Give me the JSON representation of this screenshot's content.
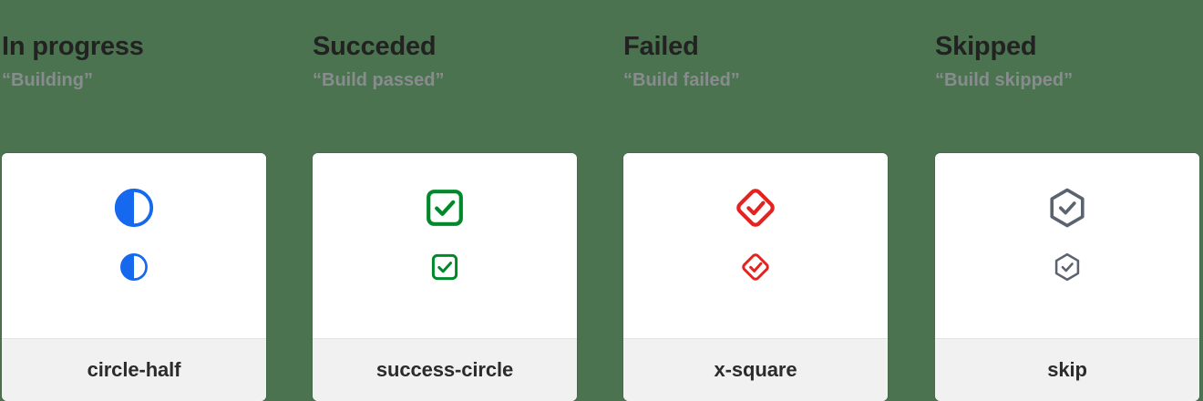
{
  "page": {
    "background_color": "#4c7350",
    "card_background": "#ffffff",
    "card_footer_background": "#f1f1f1",
    "title_color": "#222222",
    "subtitle_color": "#888c8e"
  },
  "columns": [
    {
      "title": "In progress",
      "subtitle": "“Building”",
      "icon_name": "circle-half",
      "icon_color": "#1668ef",
      "label": "circle-half"
    },
    {
      "title": "Succeded",
      "subtitle": "“Build passed”",
      "icon_name": "success-circle",
      "icon_color": "#00892b",
      "label": "success-circle"
    },
    {
      "title": "Failed",
      "subtitle": "“Build failed”",
      "icon_name": "x-square",
      "icon_color": "#e42320",
      "label": "x-square"
    },
    {
      "title": "Skipped",
      "subtitle": "“Build skipped”",
      "icon_name": "skip",
      "icon_color": "#5c6370",
      "label": "skip"
    }
  ]
}
